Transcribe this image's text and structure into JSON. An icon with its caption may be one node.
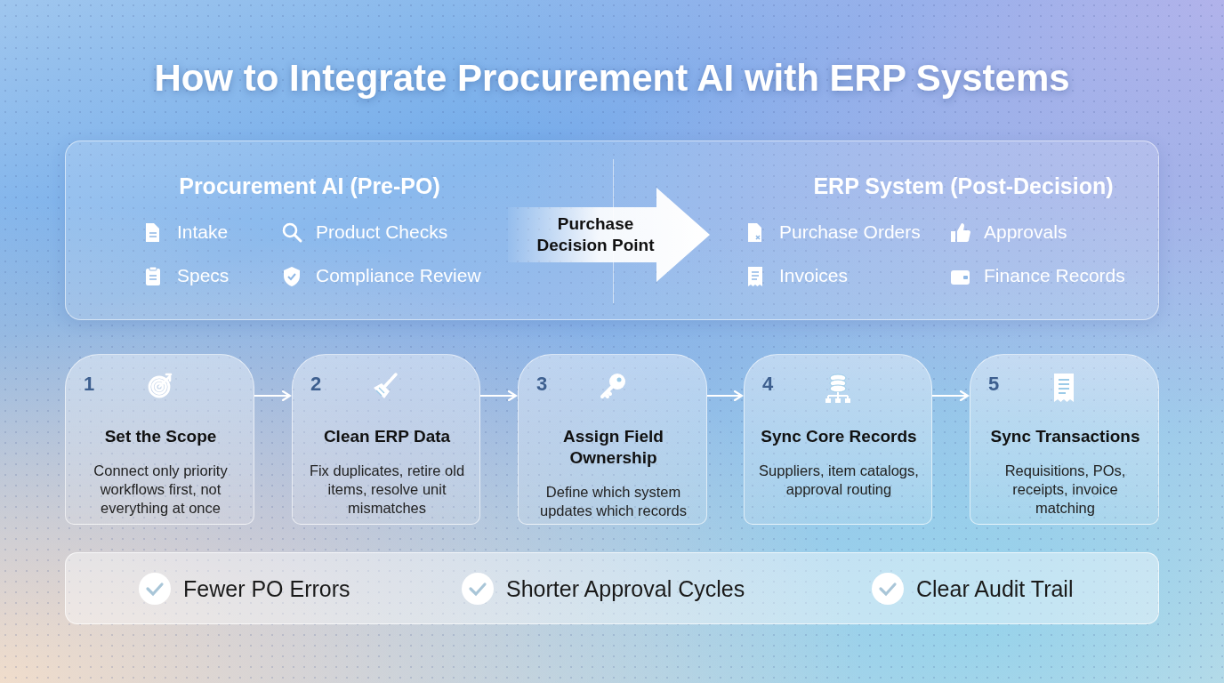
{
  "diagram": {
    "title": "How to Integrate Procurement AI with ERP Systems",
    "nodes": [
      {
        "text": [],
        "shape": "box"
      },
      {
        "text": [
          "Procurement AI (Pre-PO)",
          "Intake",
          "Product Checks",
          "Specs",
          "Compliance Review"
        ],
        "in": 0
      },
      {
        "text": [
          "ERP System (Post-Decision)",
          "Purchase Orders",
          "Approvals",
          "Invoices",
          "Finance Records"
        ],
        "in": 0
      },
      {
        "text": [
          "1",
          "Set the Scope",
          "Connect only priority workflows first, not everything at once"
        ]
      },
      {
        "text": [
          "2",
          "Clean ERP Data",
          "Fix duplicates, retire old items, resolve unit mismatches"
        ]
      },
      {
        "text": [
          "3",
          "Assign Field Ownership",
          "Define which system updates which records"
        ]
      },
      {
        "text": [
          "4",
          "Sync Core Records",
          "Suppliers, item catalogs, approval routing"
        ]
      },
      {
        "text": [
          "5",
          "Sync Transactions",
          "Requisitions, POs, receipts, invoice matching"
        ]
      },
      {
        "text": [
          "Fewer PO Errors",
          "Shorter Approval Cycles",
          "Clear Audit Trail"
        ]
      }
    ],
    "edges": [
      {
        "from": 1,
        "to": 2,
        "arrow": "to",
        "label": "Purchase Decision Point",
        "style": "thick"
      },
      {
        "from": 3,
        "to": 4,
        "arrow": "to"
      },
      {
        "from": 4,
        "to": 5,
        "arrow": "to"
      },
      {
        "from": 5,
        "to": 6,
        "arrow": "to"
      },
      {
        "from": 6,
        "to": 7,
        "arrow": "to"
      }
    ]
  }
}
